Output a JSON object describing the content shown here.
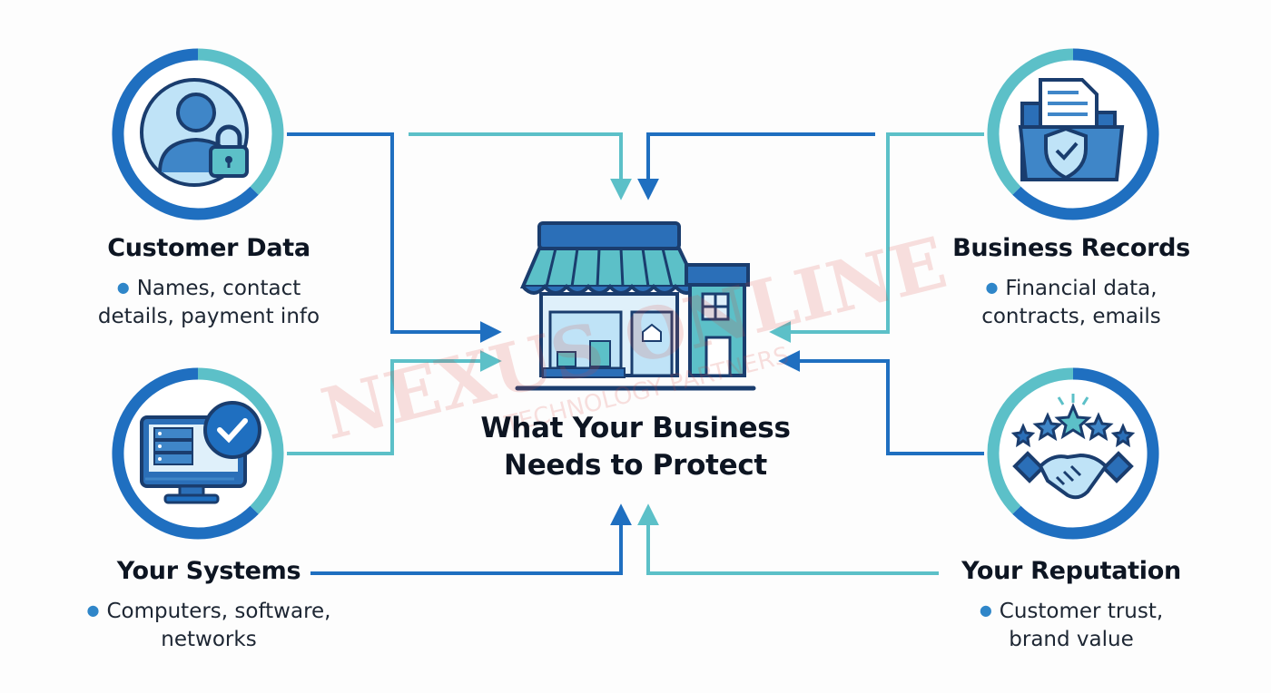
{
  "center": {
    "title_line1": "What Your Business",
    "title_line2": "Needs to Protect"
  },
  "nodes": {
    "customer_data": {
      "title": "Customer Data",
      "desc_line1": "Names, contact",
      "desc_line2": "details, payment info",
      "icon": "user-lock-icon"
    },
    "business_records": {
      "title": "Business Records",
      "desc_line1": "Financial data,",
      "desc_line2": "contracts, emails",
      "icon": "folder-shield-icon"
    },
    "your_systems": {
      "title": "Your Systems",
      "desc_line1": "Computers, software,",
      "desc_line2": "networks",
      "icon": "monitor-server-check-icon"
    },
    "your_reputation": {
      "title": "Your Reputation",
      "desc_line1": "Customer trust,",
      "desc_line2": "brand value",
      "icon": "handshake-stars-icon"
    }
  },
  "watermark": {
    "text": "NEXUS ONLINE",
    "subtext": "TECHNOLOGY PARTNERS"
  },
  "colors": {
    "dark_blue": "#1f6fc0",
    "teal": "#5cc0c8",
    "light_blue_fill": "#bfe3f7",
    "icon_stroke": "#1a3d6e",
    "watermark": "#d9453a"
  }
}
